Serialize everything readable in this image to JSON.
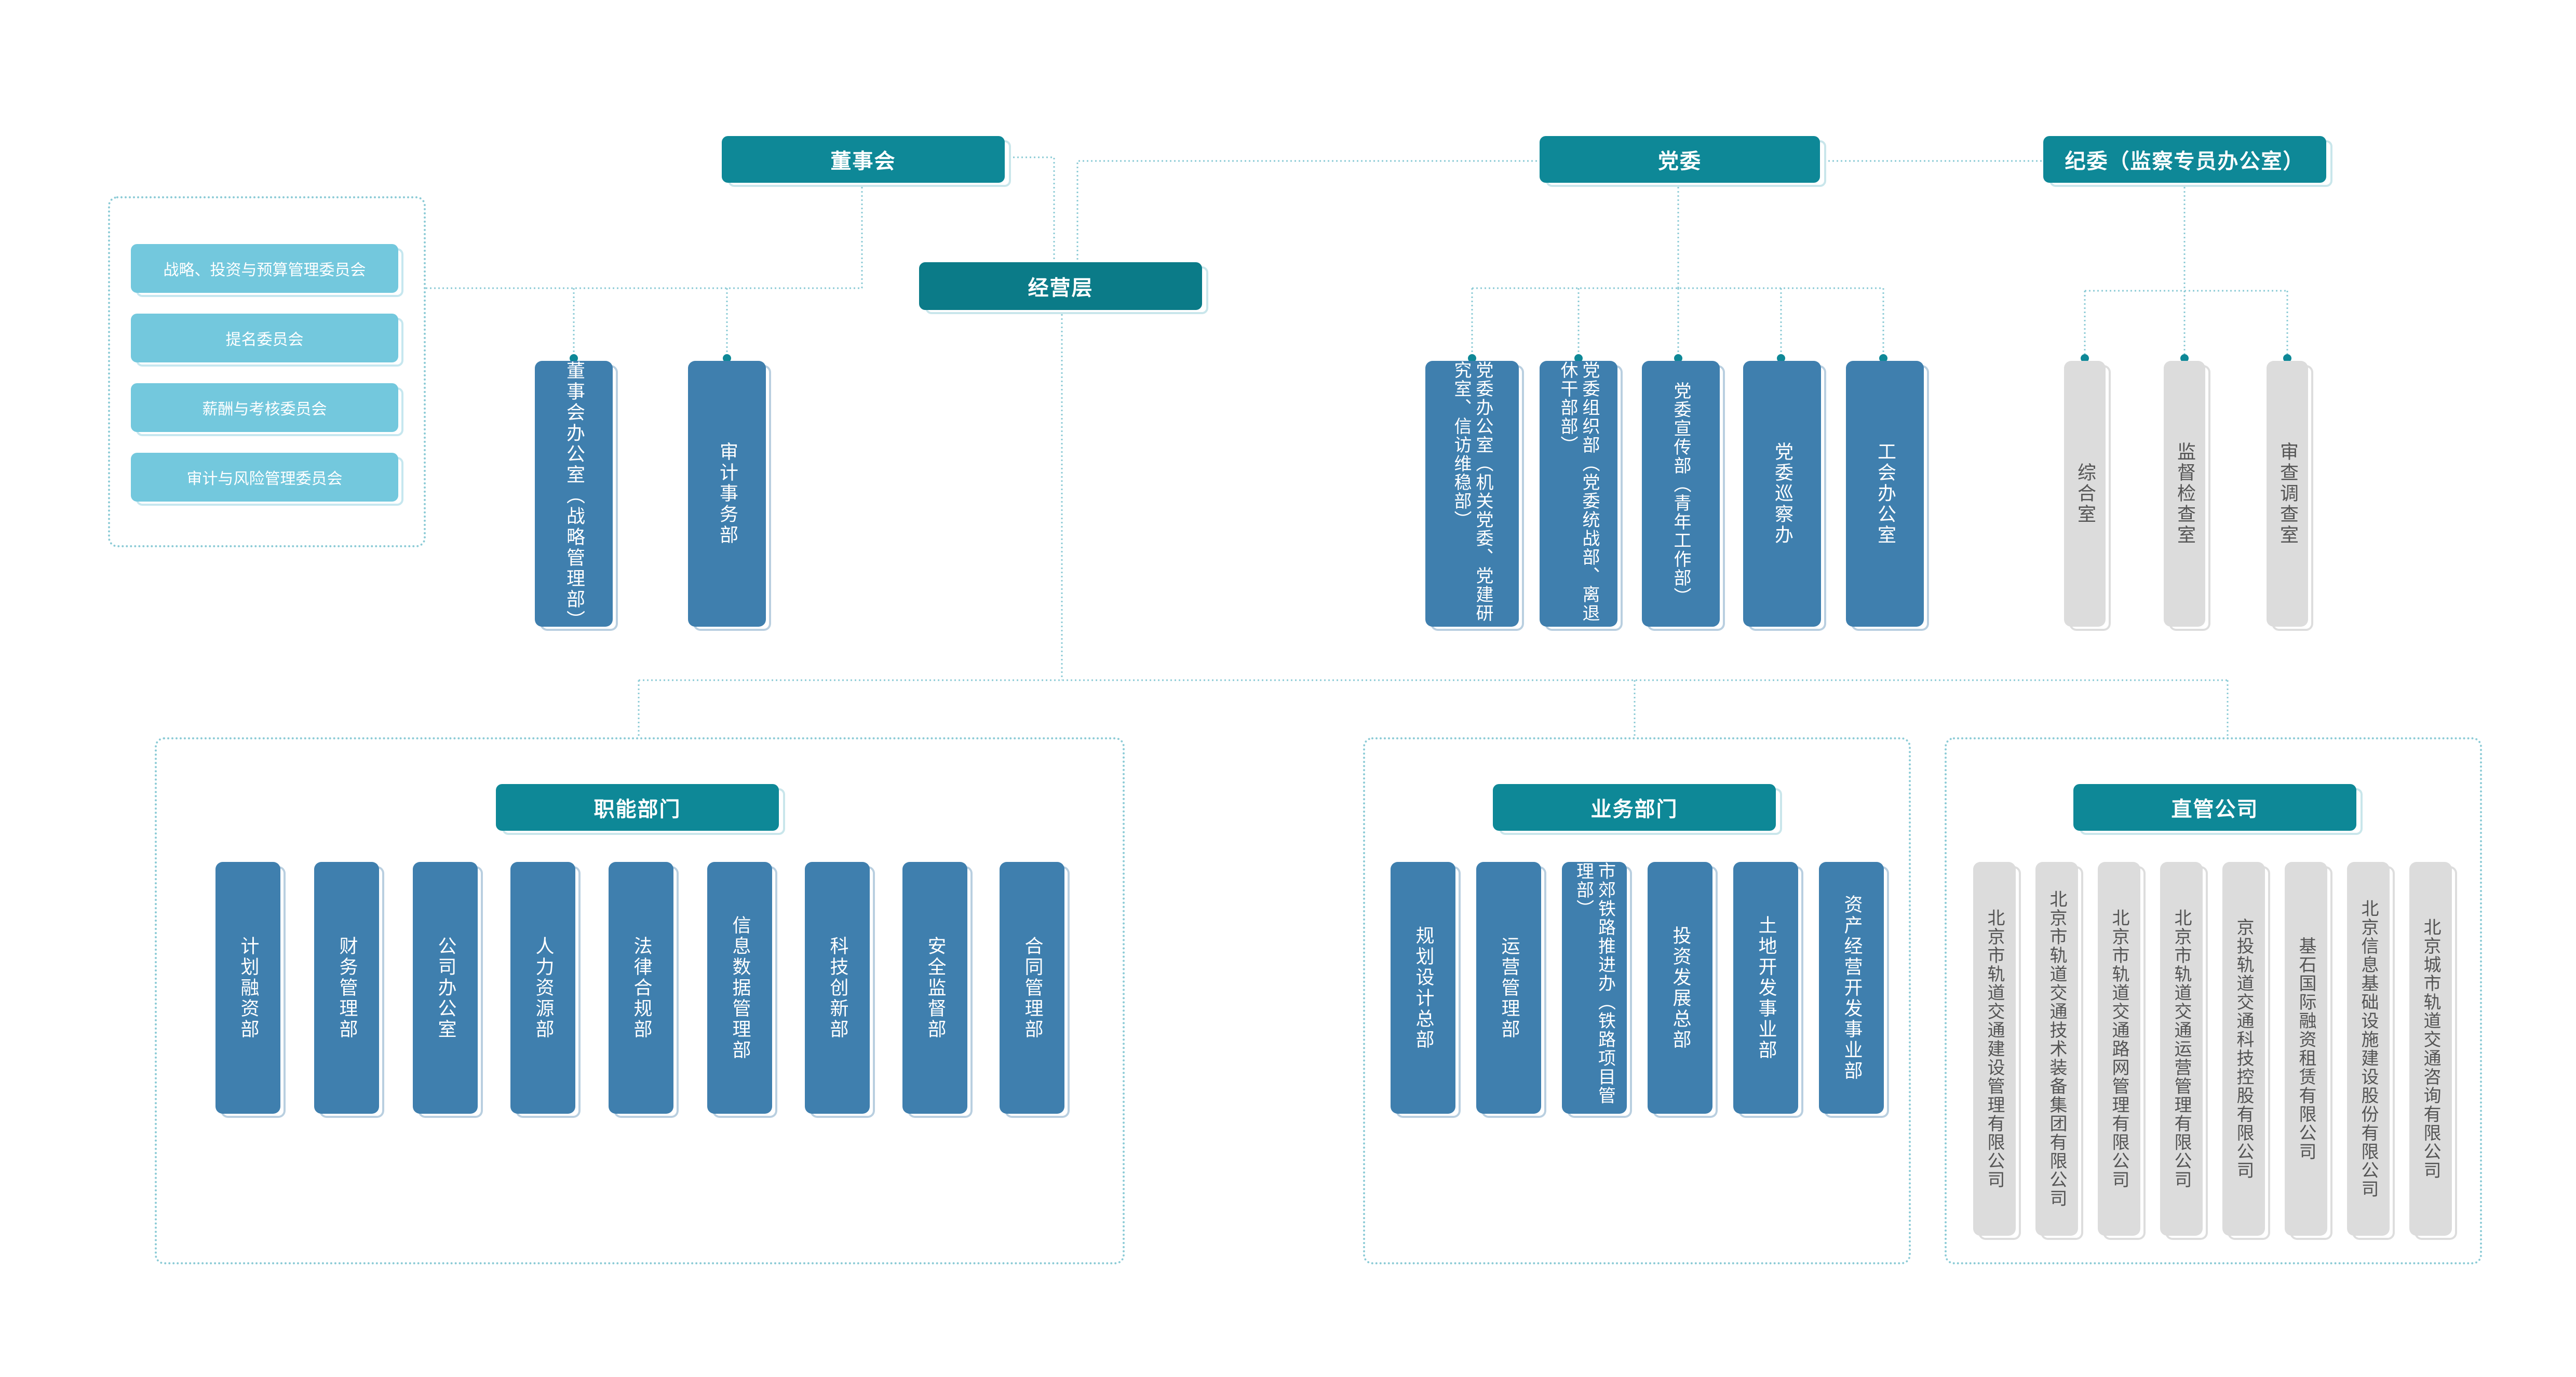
{
  "top": {
    "board": "董事会",
    "party": "党委",
    "discipline": "纪委（监察专员办公室）",
    "management": "经营层"
  },
  "committees": [
    "战略、投资与预算管理委员会",
    "提名委员会",
    "薪酬与考核委员会",
    "审计与风险管理委员会"
  ],
  "board_units": [
    "董事会办公室（战略管理部）",
    "审计事务部"
  ],
  "party_units": [
    "党委办公室（机关党委、党建研究室、信访维稳部）",
    "党委组织部（党委统战部、离退休干部部）",
    "党委宣传部（青年工作部）",
    "党委巡察办",
    "工会办公室"
  ],
  "discipline_units": [
    "综合室",
    "监督检查室",
    "审查调查室"
  ],
  "groups": {
    "functional": "职能部门",
    "business": "业务部门",
    "subsidiaries": "直管公司"
  },
  "functional_units": [
    "计划融资部",
    "财务管理部",
    "公司办公室",
    "人力资源部",
    "法律合规部",
    "信息数据管理部",
    "科技创新部",
    "安全监督部",
    "合同管理部"
  ],
  "business_units": [
    "规划设计总部",
    "运营管理部",
    "市郊铁路推进办（铁路项目管理部）",
    "投资发展总部",
    "土地开发事业部",
    "资产经营开发事业部"
  ],
  "subsidiaries": [
    "北京市轨道交通建设管理有限公司",
    "北京市轨道交通技术装备集团有限公司",
    "北京市轨道交通路网管理有限公司",
    "北京市轨道交通运营管理有限公司",
    "京投轨道交通科技控股有限公司",
    "基石国际融资租赁有限公司",
    "北京信息基础设施建设股份有限公司",
    "北京城市轨道交通咨询有限公司"
  ],
  "colors": {
    "header": "#0e8897",
    "unit_blue": "#3f7fae",
    "unit_gray": "#dcdcdc",
    "committee": "#73c8dd",
    "line": "#8ccbd6"
  }
}
